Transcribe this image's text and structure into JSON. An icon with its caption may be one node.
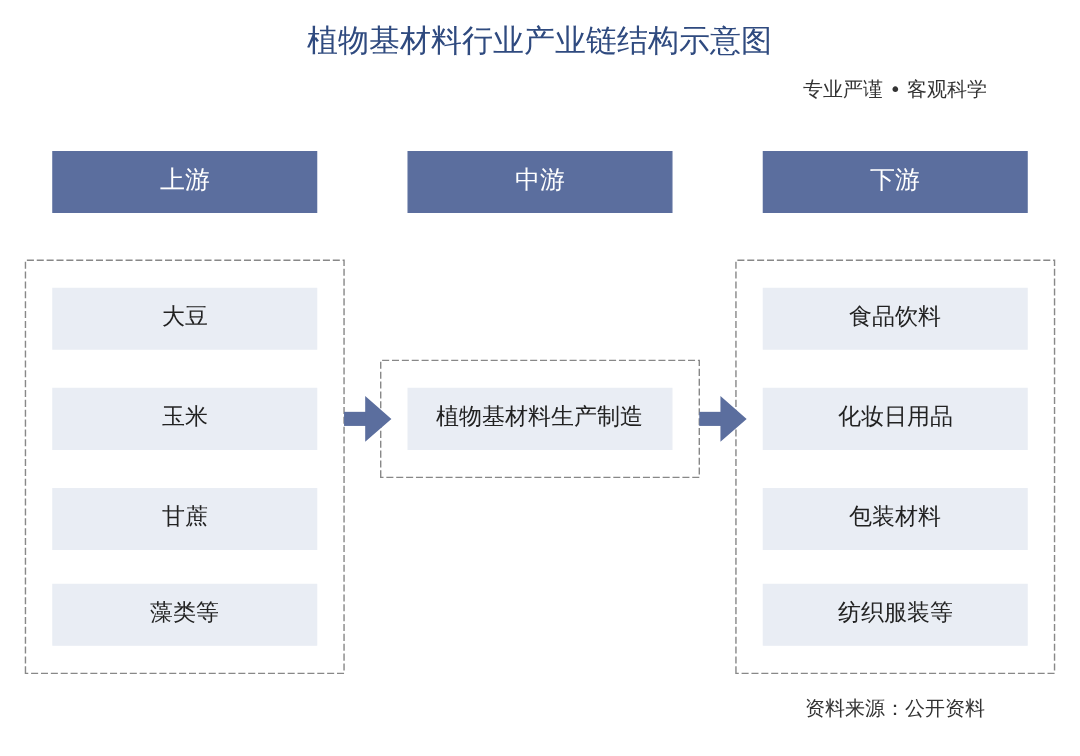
{
  "diagram": {
    "title": "植物基材料行业产业链结构示意图",
    "nodes": [
      {
        "text": [
          "上游"
        ]
      },
      {
        "text": [
          "中游"
        ]
      },
      {
        "text": [
          "下游"
        ]
      },
      {
        "text": [],
        "shape": "box"
      },
      {
        "text": [
          "大豆"
        ],
        "in": 3
      },
      {
        "text": [
          "玉米"
        ],
        "in": 3
      },
      {
        "text": [
          "甘蔗"
        ],
        "in": 3
      },
      {
        "text": [
          "藻类等"
        ],
        "in": 3
      },
      {
        "text": [],
        "shape": "box"
      },
      {
        "text": [
          "植物基材料生产制造"
        ],
        "in": 8
      },
      {
        "text": [],
        "shape": "box"
      },
      {
        "text": [
          "食品饮料"
        ],
        "in": 10
      },
      {
        "text": [
          "化妆日用品"
        ],
        "in": 10
      },
      {
        "text": [
          "包装材料"
        ],
        "in": 10
      },
      {
        "text": [
          "纺织服装等"
        ],
        "in": 10
      }
    ],
    "edges": [
      {
        "from": 3,
        "to": 8,
        "arrow": "to"
      },
      {
        "from": 8,
        "to": 10,
        "arrow": "to"
      }
    ],
    "labels": [
      "专业严谨 • 客观科学",
      "资料来源：公开资料"
    ]
  }
}
